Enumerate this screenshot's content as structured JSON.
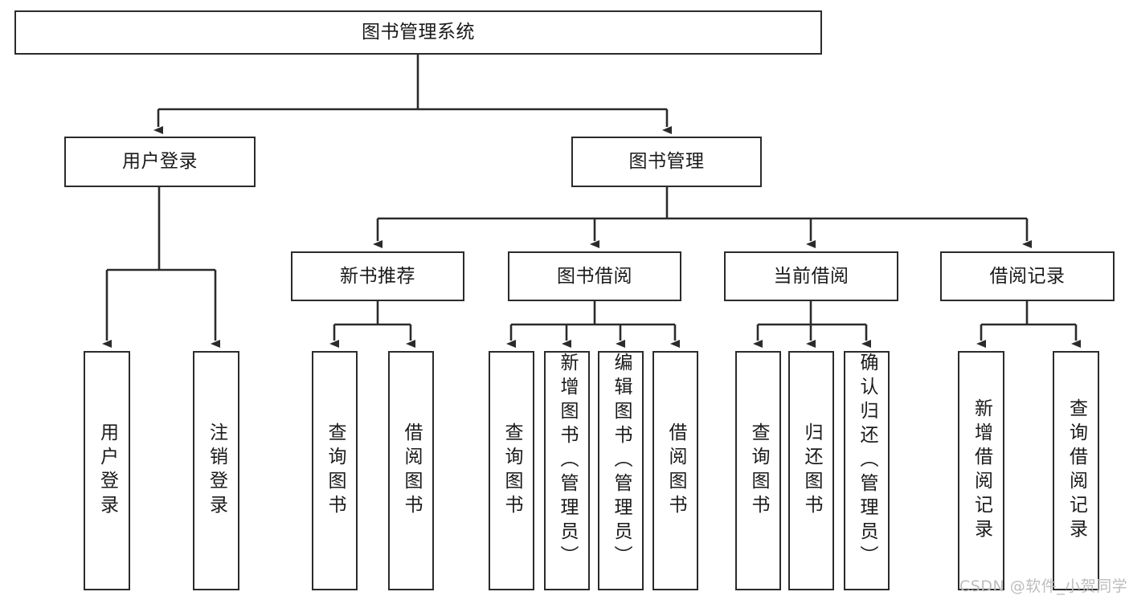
{
  "diagram": {
    "title": "图书管理系统",
    "type": "tree-hierarchy-diagram",
    "colors": {
      "box_border": "#2b2b2b",
      "box_fill": "#ffffff",
      "line": "#2b2b2b",
      "text": "#1a1a1a",
      "watermark": "#bdbdbd",
      "background": "#ffffff"
    },
    "root": {
      "label": "图书管理系统"
    },
    "level2": [
      {
        "label": "用户登录"
      },
      {
        "label": "图书管理"
      }
    ],
    "level3": [
      {
        "label": "新书推荐"
      },
      {
        "label": "图书借阅"
      },
      {
        "label": "当前借阅"
      },
      {
        "label": "借阅记录"
      }
    ],
    "leaves": {
      "user_login": [
        {
          "label": "用户登录"
        },
        {
          "label": "注销登录"
        }
      ],
      "new_book_recommend": [
        {
          "label": "查询图书"
        },
        {
          "label": "借阅图书"
        }
      ],
      "book_borrow": [
        {
          "label": "查询图书"
        },
        {
          "label": "新增图书（管理员）"
        },
        {
          "label": "编辑图书（管理员）"
        },
        {
          "label": "借阅图书"
        }
      ],
      "current_borrow": [
        {
          "label": "查询图书"
        },
        {
          "label": "归还图书"
        },
        {
          "label": "确认归还（管理员）"
        }
      ],
      "borrow_record": [
        {
          "label": "新增借阅记录"
        },
        {
          "label": "查询借阅记录"
        }
      ]
    },
    "watermark": "CSDN @软件_小贺同学"
  }
}
